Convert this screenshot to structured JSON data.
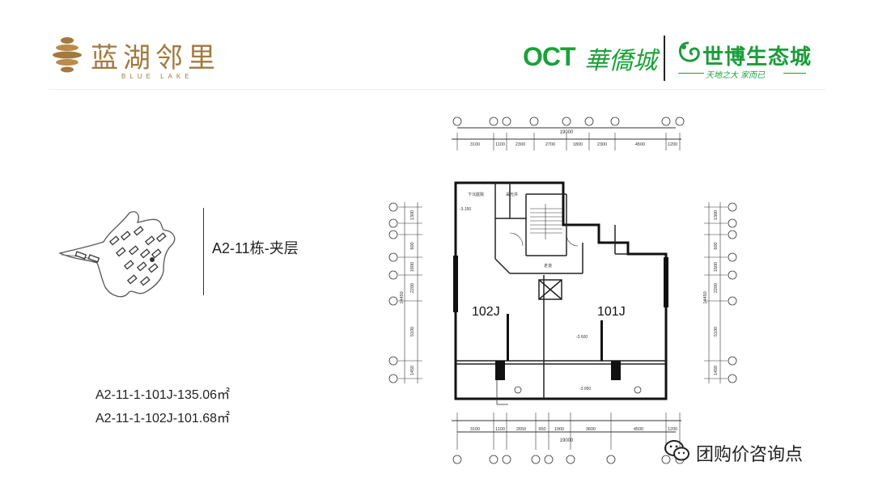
{
  "header": {
    "brand_name": "蓝湖邻里",
    "brand_subtitle": "BLUE LAKE",
    "oct_logo": "OCT",
    "oct_chinese": "華僑城",
    "eco_city_name": "世博生态城",
    "eco_city_slogan": "天地之大 家而已"
  },
  "building": {
    "title": "A2-11栋-夹层"
  },
  "units": [
    "A2-11-1-101J-135.06㎡",
    "A2-11-1-102J-101.68㎡"
  ],
  "plan": {
    "unit_right": "101J",
    "unit_left": "102J",
    "top_total": "19000",
    "bottom_total": "19000",
    "side_total": "14450",
    "top_dims": [
      "3100",
      "1100",
      "2300",
      "2700",
      "1800",
      "2300",
      "4500",
      "1200"
    ],
    "bottom_dims": [
      "3100",
      "1100",
      "2650",
      "950",
      "1900",
      "3600",
      "4500",
      "1200"
    ],
    "side_dims": [
      "1300",
      "600",
      "1600",
      "2200",
      "5100",
      "1450"
    ],
    "level_1": "-3.150",
    "level_2": "-3.600",
    "level_3": "-3.950",
    "room_label_1": "下沉庭院",
    "room_label_2": "采光井",
    "room_label_3": "走道"
  },
  "watermark": {
    "icon": "wechat-icon",
    "text": "团购价咨询点"
  },
  "colors": {
    "brand_gold": "#a27a3e",
    "oct_green": "#1aa23a",
    "eco_green": "#1a9d3a",
    "text_dark": "#222222"
  }
}
